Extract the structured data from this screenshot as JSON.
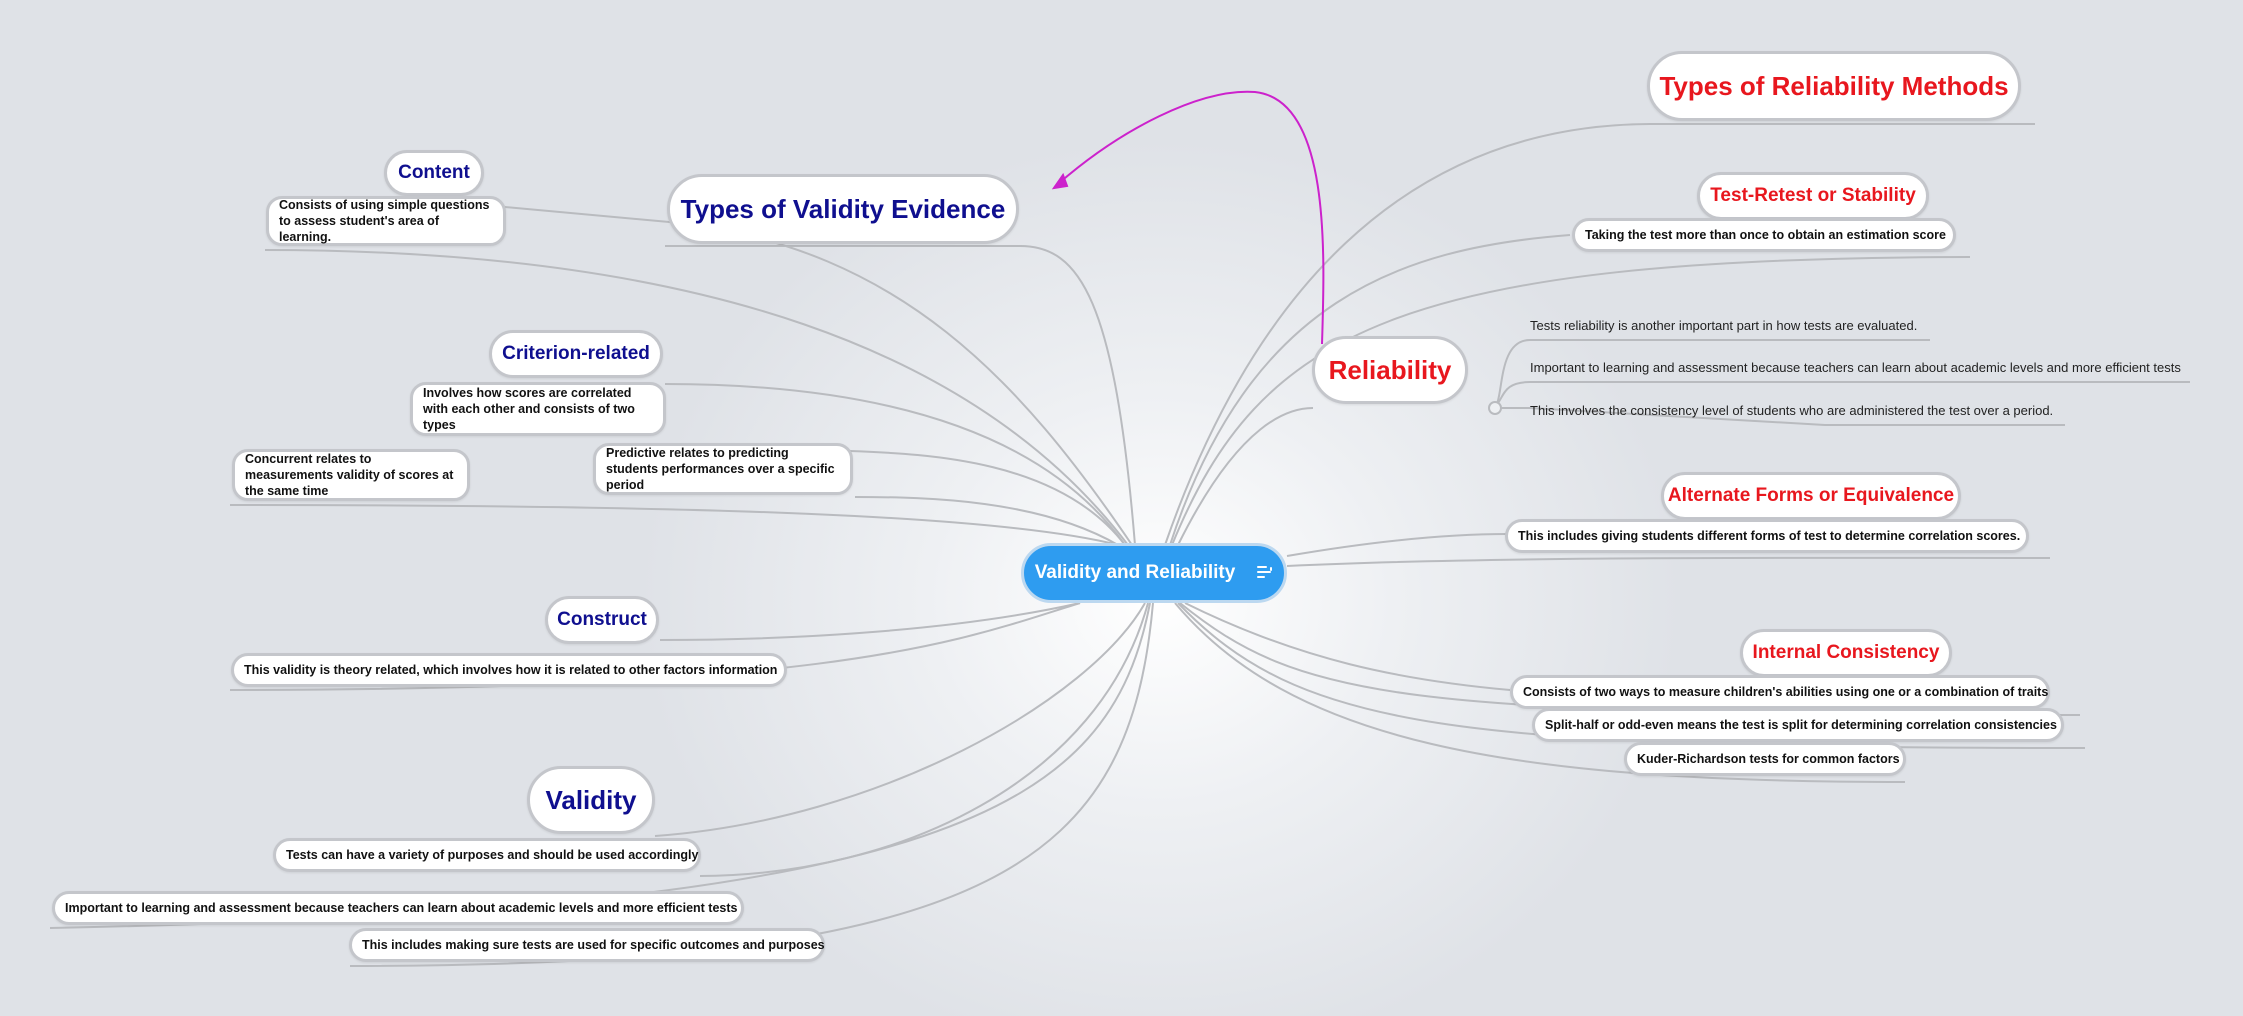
{
  "central": {
    "label": "Validity and Reliability",
    "icon": "notes-icon"
  },
  "left": {
    "types_validity": "Types of Validity Evidence",
    "content": {
      "title": "Content",
      "desc": "Consists of using simple questions to assess student's area of learning."
    },
    "criterion": {
      "title": "Criterion-related",
      "desc": "Involves how scores are correlated with each other and consists of two types",
      "predictive": "Predictive relates to predicting students performances over a specific period",
      "concurrent": "Concurrent relates to measurements validity of scores at the same time"
    },
    "construct": {
      "title": "Construct",
      "desc": "This validity is theory related, which involves how it is related to other factors information"
    },
    "validity": {
      "title": "Validity",
      "items": [
        "Tests can have a variety of purposes and should be used accordingly",
        "Important to learning and assessment because teachers can learn about academic levels and more efficient tests",
        "This includes making sure tests are used for specific outcomes and purposes"
      ]
    }
  },
  "right": {
    "types_reliability": "Types of Reliability Methods",
    "test_retest": {
      "title": "Test-Retest or Stability",
      "desc": "Taking the test more than once to obtain an estimation score"
    },
    "reliability": {
      "title": "Reliability",
      "items": [
        "Tests reliability is another important part in how tests are evaluated.",
        "Important to learning and assessment because teachers can learn about academic levels and more efficient tests",
        "This involves the consistency level of students who are administered the test over a period."
      ]
    },
    "alternate": {
      "title": "Alternate Forms or Equivalence",
      "desc": "This includes giving students different forms of test to determine correlation scores."
    },
    "internal": {
      "title": "Internal  Consistency",
      "items": [
        "Consists of two ways to measure children's abilities using one or a combination of traits",
        "Split-half or odd-even means the test is split for determining correlation consistencies",
        "Kuder-Richardson tests for common factors"
      ]
    }
  },
  "colors": {
    "central": "#2e9cf0",
    "left_headings": "#0f0f8f",
    "right_headings": "#e8171e",
    "relationship_arrow": "#cc22cc",
    "link": "#b9bbbf"
  }
}
